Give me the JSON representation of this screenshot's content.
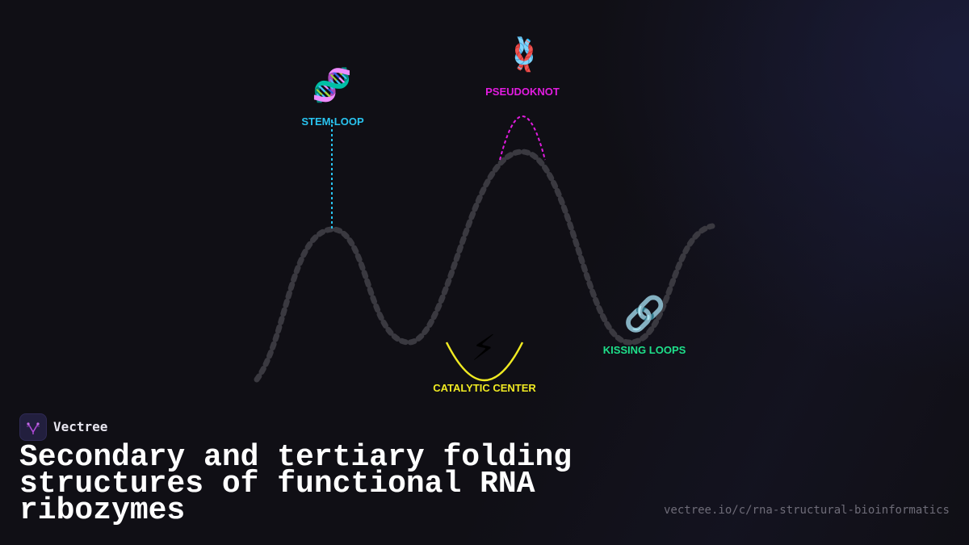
{
  "brand": {
    "name": "Vectree"
  },
  "title": "Secondary and tertiary folding structures of functional RNA ribozymes",
  "footer": {
    "url": "vectree.io/c/rna-structural-bioinformatics"
  },
  "diagram": {
    "features": [
      {
        "id": "stem-loop",
        "label": "STEM-LOOP",
        "icon": "dna-double-helix-icon",
        "glyph": "🧬",
        "color": "#29c4f0"
      },
      {
        "id": "pseudoknot",
        "label": "PSEUDOKNOT",
        "icon": "knot-icon",
        "glyph": "🪢",
        "color": "#e21ce0"
      },
      {
        "id": "catalytic-center",
        "label": "CATALYTIC CENTER",
        "icon": "lightning-bolt-icon",
        "glyph": "⚡",
        "color": "#f0ea22"
      },
      {
        "id": "kissing-loops",
        "label": "KISSING LOOPS",
        "icon": "chain-link-icon",
        "glyph": "🔗",
        "color": "#1ee08a"
      }
    ],
    "curve_color": "#3a3940"
  },
  "colors": {
    "background": "#100f15",
    "title": "#ffffff",
    "logo_accent": "#b04ad8"
  }
}
